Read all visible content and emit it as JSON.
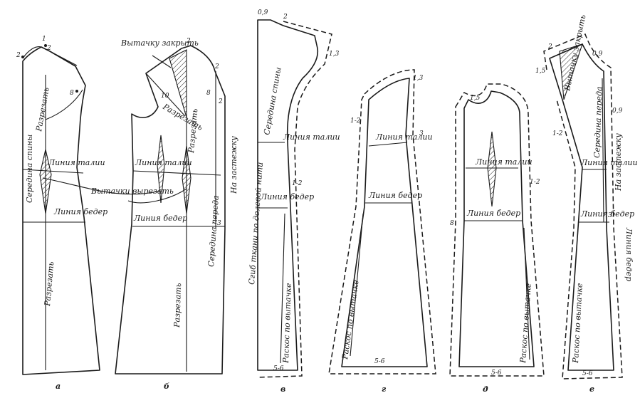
{
  "labels": {
    "darts_close": "Вытачку закрыть",
    "darts_cut": "Вытачки вырезать",
    "cut": "Разрезать",
    "cut2": "Разрезать",
    "cut3": "Разрезать",
    "cut4": "Разрезать",
    "back_center": "Середина спины",
    "front_center": "Середина переда",
    "waist_line": "Линия талии",
    "hip_line": "Линия бедер",
    "on_fastener": "На застежку",
    "grain_fold": "Сгиб ткани по долевой нити",
    "flare_by_dart": "Раскос по вытачке",
    "hem_allowance": "5-6",
    "n_09": "0,9",
    "n_2": "2",
    "n_1": "1",
    "n_10": "10",
    "n_13": "1,3",
    "n_15": "1,5",
    "n_8": "8",
    "n_3": "3",
    "n_12": "1-2"
  },
  "captions": [
    "а",
    "б",
    "в",
    "г",
    "д",
    "е"
  ]
}
